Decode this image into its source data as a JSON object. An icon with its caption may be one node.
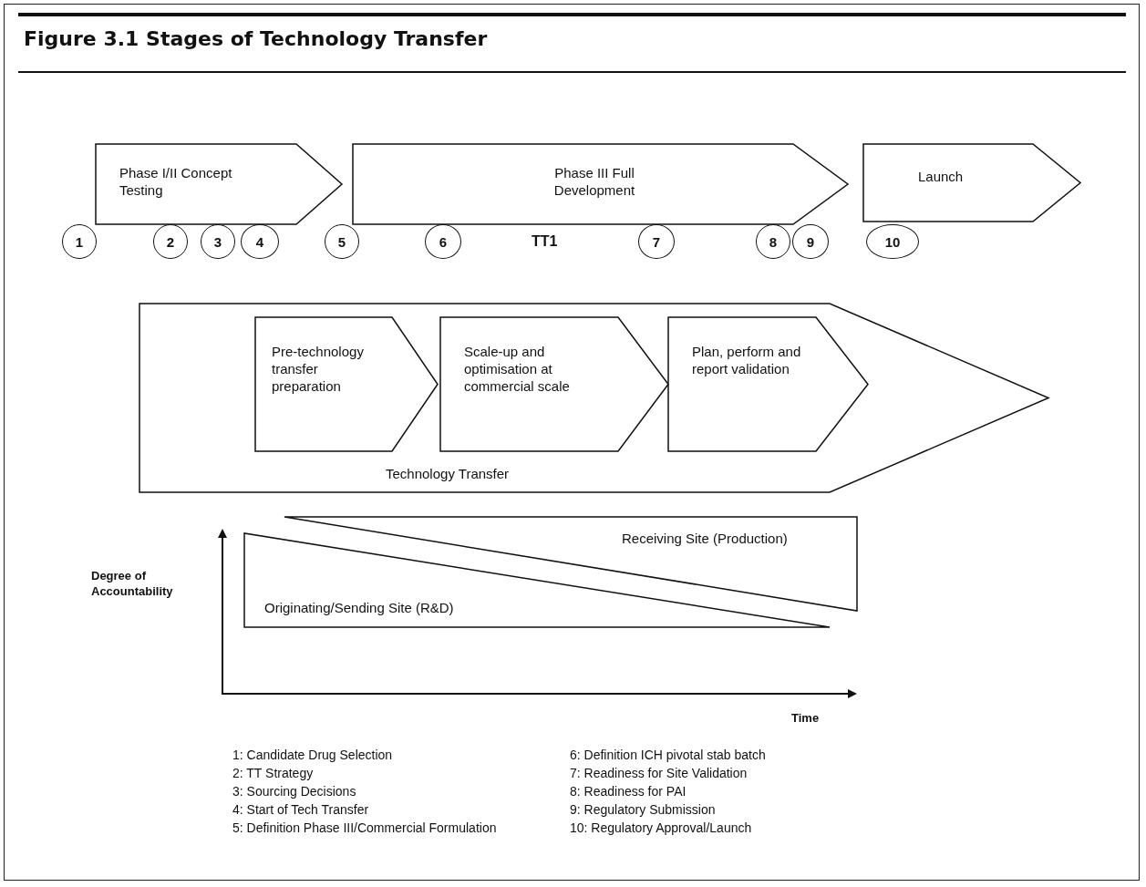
{
  "diagram": {
    "title": "Figure 3.1 Stages of Technology Transfer",
    "nodes": [
      {
        "text": [
          "Phase I/II Concept Testing"
        ]
      },
      {
        "text": [
          "Phase III Full Development"
        ]
      },
      {
        "text": [
          "Launch"
        ]
      },
      {
        "text": [
          "1"
        ]
      },
      {
        "text": [
          "2"
        ]
      },
      {
        "text": [
          "3"
        ]
      },
      {
        "text": [
          "4"
        ]
      },
      {
        "text": [
          "5"
        ]
      },
      {
        "text": [
          "6"
        ]
      },
      {
        "text": [
          "7"
        ]
      },
      {
        "text": [
          "8"
        ]
      },
      {
        "text": [
          "9"
        ]
      },
      {
        "text": [
          "10"
        ]
      },
      {
        "text": [
          "Technology Transfer"
        ]
      },
      {
        "text": [
          "Pre-technology transfer preparation"
        ],
        "in": 13
      },
      {
        "text": [
          "Scale-up and optimisation at commercial scale"
        ],
        "in": 13
      },
      {
        "text": [
          "Plan, perform and report validation"
        ],
        "in": 13
      },
      {
        "text": [
          "Receiving Site (Production)"
        ]
      },
      {
        "text": [
          "Originating/Sending Site (R&D)"
        ]
      }
    ],
    "labels": [
      "TT1",
      "Degree of Accountability",
      "Time",
      "1: Candidate Drug Selection",
      "2: TT Strategy",
      "3: Sourcing Decisions",
      "4: Start of Tech Transfer",
      "5: Definition Phase III/Commercial Formulation",
      "6: Definition ICH pivotal stab batch",
      "7: Readiness for Site Validation",
      "8: Readiness for PAI",
      "9: Regulatory Submission",
      "10: Regulatory Approval/Launch"
    ]
  }
}
